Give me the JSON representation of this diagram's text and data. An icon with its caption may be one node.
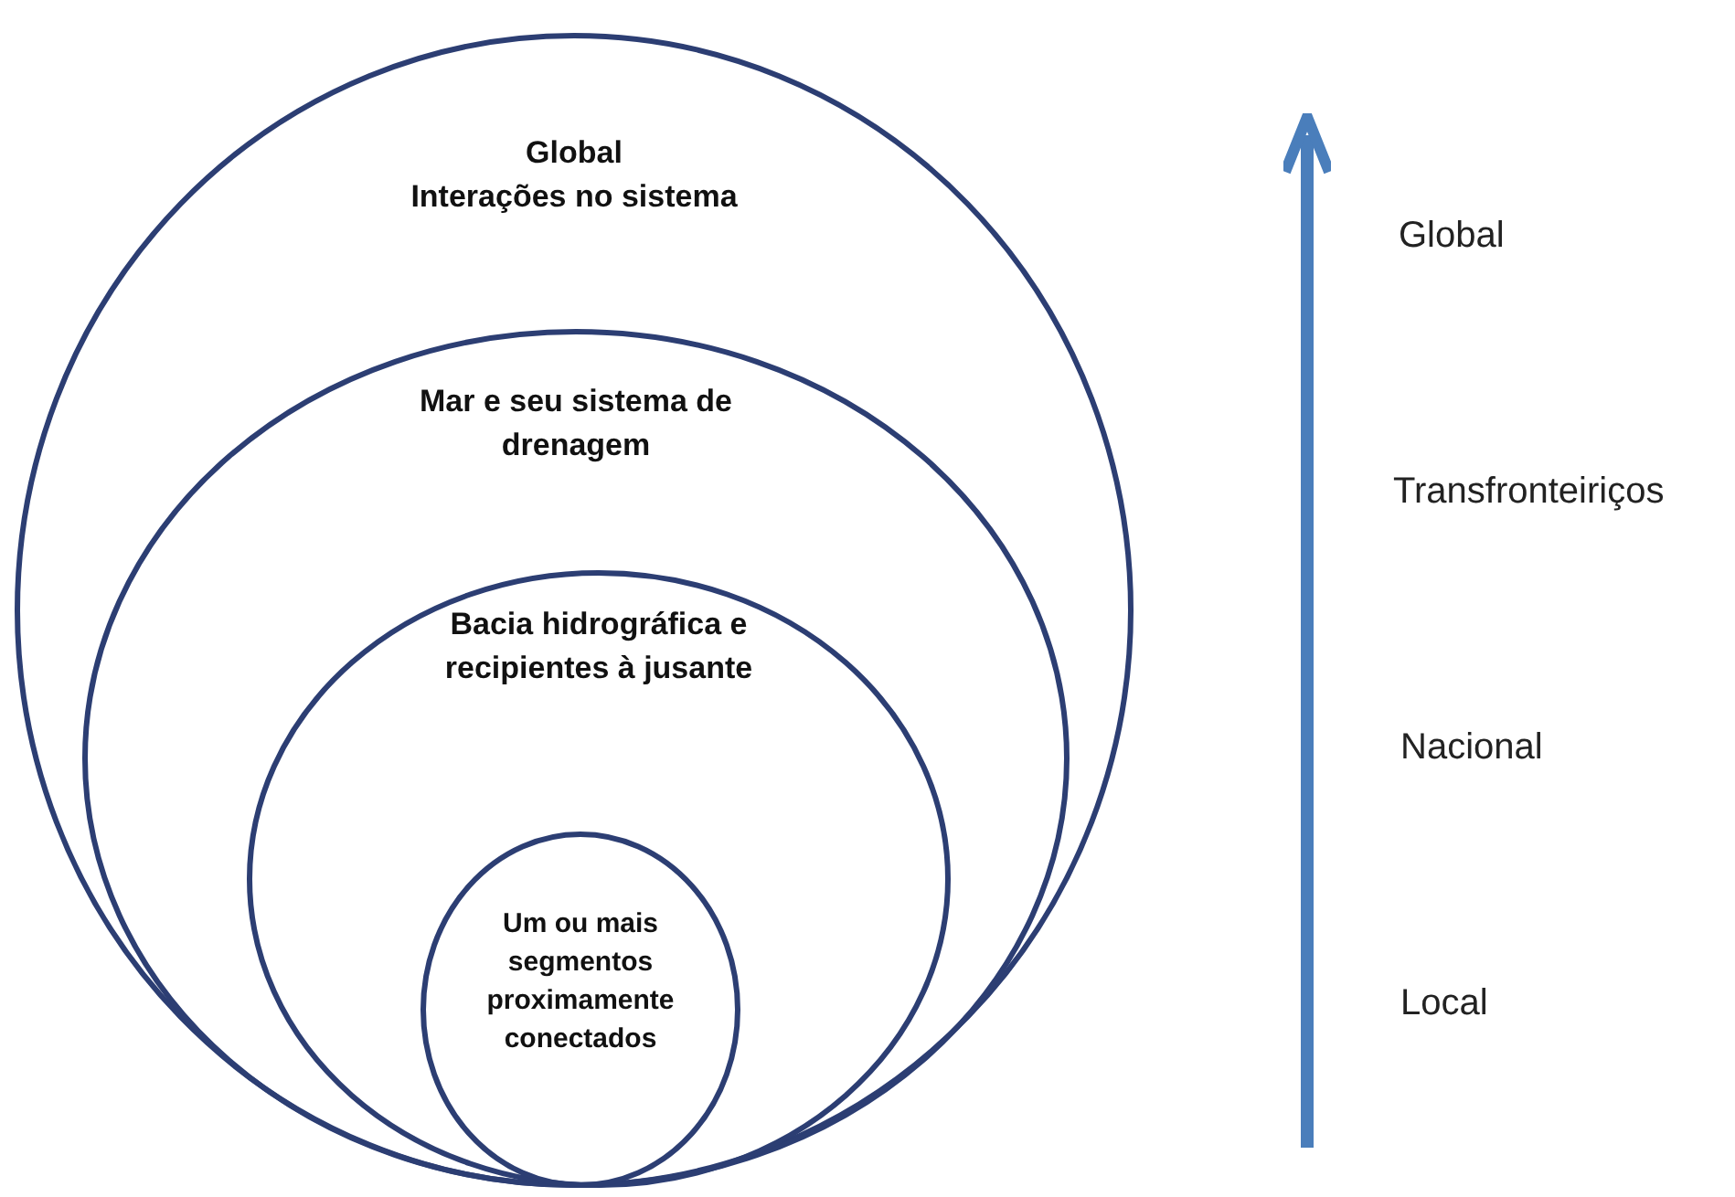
{
  "diagram": {
    "nodes": [
      {
        "text": [
          "Global",
          "Interações no sistema"
        ]
      },
      {
        "text": [
          "Mar e seu sistema de drenagem"
        ],
        "in": 0
      },
      {
        "text": [
          "Bacia hidrográfica e recipientes à jusante"
        ],
        "in": 1
      },
      {
        "text": [
          "Um ou mais segmentos proximamente conectados"
        ],
        "in": 2
      }
    ],
    "edges": [],
    "labels": [
      "Global",
      "Transfronteiriços",
      "Nacional",
      "Local"
    ]
  }
}
